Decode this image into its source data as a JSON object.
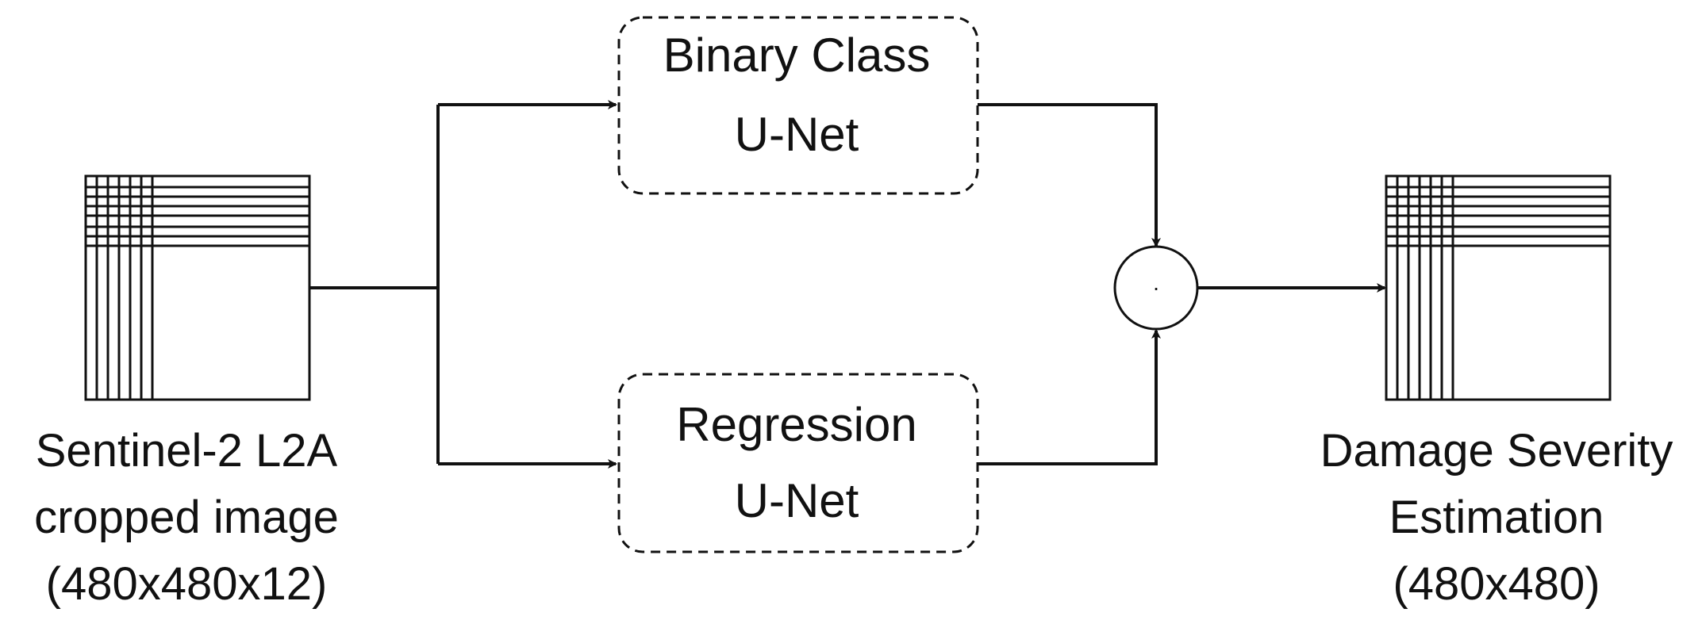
{
  "input": {
    "line1": "Sentinel-2 L2A",
    "line2": "cropped image",
    "line3": "(480x480x12)"
  },
  "binary_box": {
    "line1": "Binary Class",
    "line2": "U-Net"
  },
  "regression_box": {
    "line1": "Regression",
    "line2": "U-Net"
  },
  "combine": {
    "symbol": "·"
  },
  "output": {
    "line1": "Damage Severity",
    "line2": "Estimation",
    "line3": "(480x480)"
  },
  "colors": {
    "stroke": "#111111",
    "background": "#ffffff"
  }
}
